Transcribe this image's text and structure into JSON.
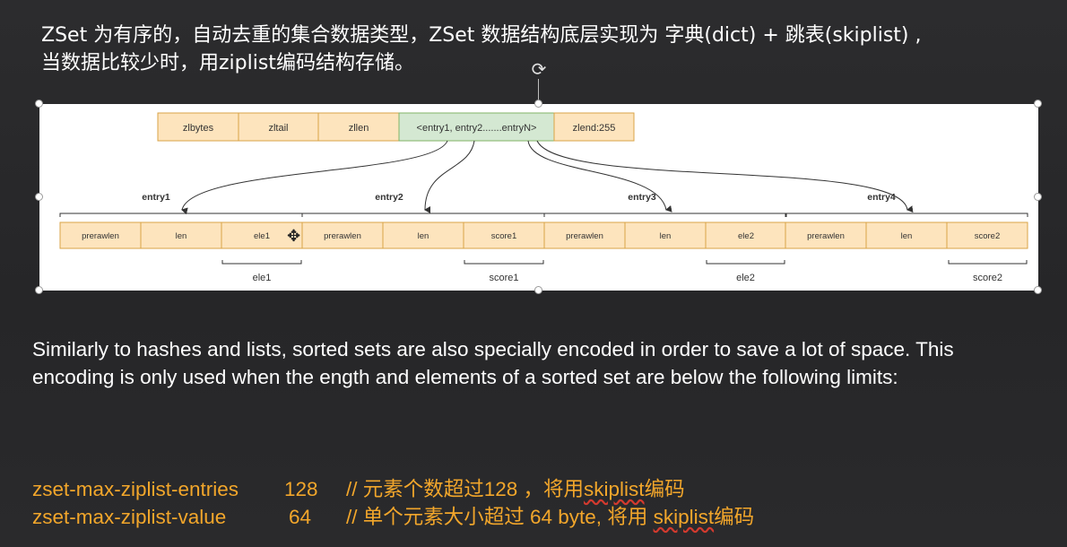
{
  "heading": {
    "line1": "ZSet  为有序的，自动去重的集合数据类型，ZSet 数据结构底层实现为 字典(dict) + 跳表(skiplist) ,",
    "line2": "当数据比较少时，用ziplist编码结构存储。"
  },
  "diagram": {
    "ziplist_header": [
      "zlbytes",
      "zltail",
      "zllen",
      "<entry1, entry2.......entryN>",
      "zlend:255"
    ],
    "entries": [
      {
        "label": "entry1",
        "fields": [
          "prerawlen",
          "len",
          "ele1"
        ],
        "brace_label": "ele1"
      },
      {
        "label": "entry2",
        "fields": [
          "prerawlen",
          "len",
          "score1"
        ],
        "brace_label": "score1"
      },
      {
        "label": "entry3",
        "fields": [
          "prerawlen",
          "len",
          "ele2"
        ],
        "brace_label": "ele2"
      },
      {
        "label": "entry4",
        "fields": [
          "prerawlen",
          "len",
          "score2"
        ],
        "brace_label": "score2"
      }
    ],
    "colors": {
      "cell_fill": "#fde4bd",
      "cell_stroke": "#d9a347",
      "entries_fill": "#d4e8d2",
      "entries_stroke": "#82b366",
      "line": "#333333"
    }
  },
  "paragraph": "Similarly to hashes and lists, sorted sets are also specially encoded in order to save a lot of space. This encoding is only used when the ength and elements of a sorted set are below the following limits:",
  "config": [
    {
      "name": "zset-max-ziplist-entries",
      "value": "128",
      "comment_pre": "// 元素个数超过128 ，将用",
      "comment_mark": "skiplist",
      "comment_post": "编码"
    },
    {
      "name": "zset-max-ziplist-value",
      "value": "64",
      "comment_pre": "//  单个元素大小超过 64 byte, 将用 ",
      "comment_mark": "skiplist",
      "comment_post": "编码"
    }
  ],
  "icons": [
    "rotate-handle-icon",
    "move-cursor-icon"
  ]
}
